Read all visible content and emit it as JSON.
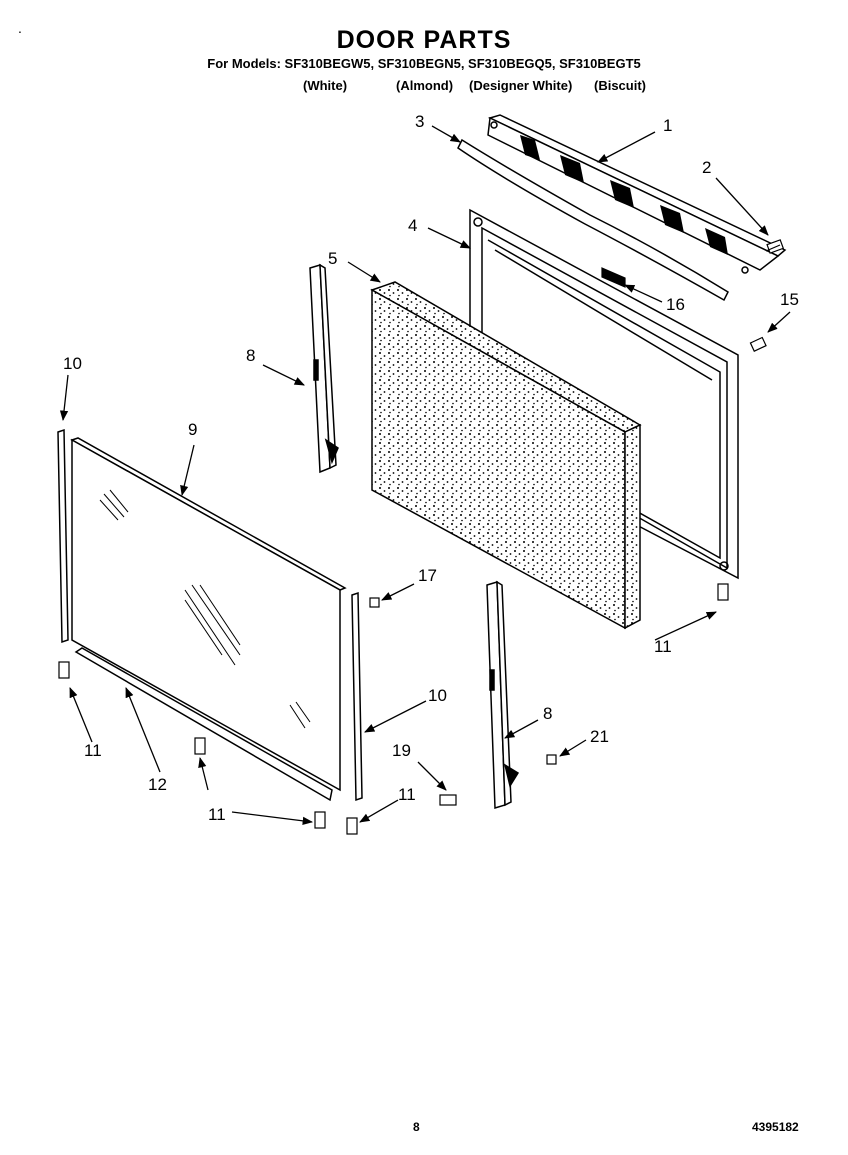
{
  "header": {
    "title": "DOOR PARTS",
    "models_line": "For Models: SF310BEGW5, SF310BEGN5, SF310BEGQ5, SF310BEGT5",
    "variants": [
      "(White)",
      "(Almond)",
      "(Designer White)",
      "(Biscuit)"
    ]
  },
  "callouts": {
    "c1": "1",
    "c2": "2",
    "c3": "3",
    "c4": "4",
    "c5": "5",
    "c8a": "8",
    "c8b": "8",
    "c9": "9",
    "c10a": "10",
    "c10b": "10",
    "c11a": "11",
    "c11b": "11",
    "c11c": "11",
    "c11d": "11",
    "c12": "12",
    "c15": "15",
    "c16": "16",
    "c17": "17",
    "c19": "19",
    "c21": "21"
  },
  "footer": {
    "page_number": "8",
    "doc_number": "4395182"
  }
}
